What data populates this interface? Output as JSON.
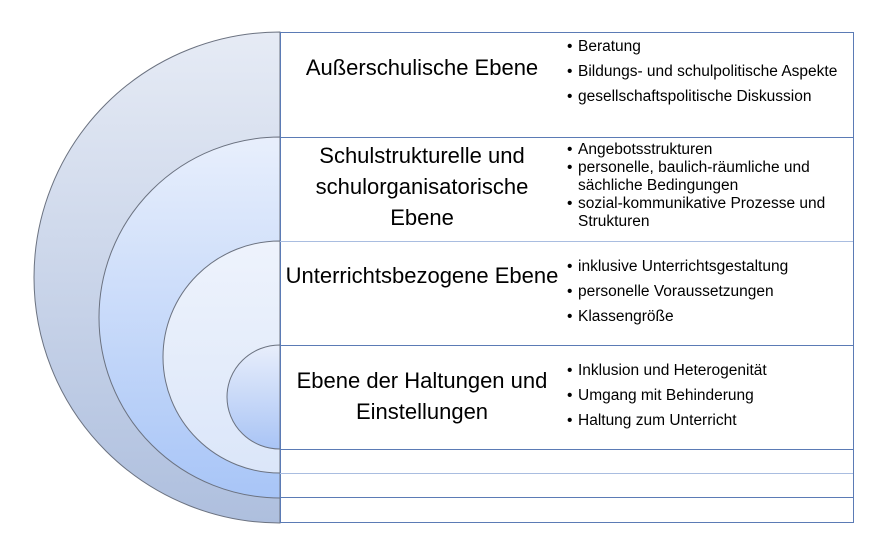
{
  "levels": [
    {
      "title": "Außerschulische Ebene",
      "bullets": [
        "Beratung",
        "Bildungs- und schulpolitische Aspekte",
        "gesellschaftspolitische Diskussion"
      ]
    },
    {
      "title": "Schulstrukturelle und schulorganisatorische Ebene",
      "bullets": [
        "Angebotsstrukturen",
        "personelle, baulich-räumliche und sächliche Bedingungen",
        "sozial-kommunikative Prozesse und Strukturen"
      ]
    },
    {
      "title": "Unterrichtsbezogene Ebene",
      "bullets": [
        "inklusive Unterrichtsgestaltung",
        "personelle Voraussetzungen",
        "Klassengröße"
      ]
    },
    {
      "title": "Ebene der Haltungen und Einstellungen",
      "bullets": [
        "Inklusion und Heterogenität",
        "Umgang mit Behinderung",
        "Haltung zum Unterricht"
      ]
    }
  ],
  "colors": {
    "border": "#4f6fa8",
    "outer": "#dfe5f1",
    "accent": "#a9c4f5"
  }
}
